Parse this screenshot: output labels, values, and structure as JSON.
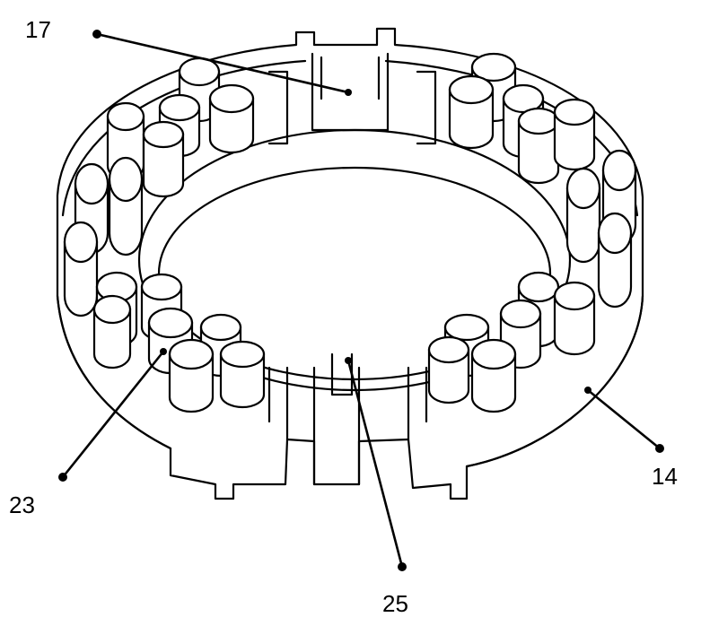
{
  "labels": {
    "label_17": "17",
    "label_23": "23",
    "label_14": "14",
    "label_25": "25"
  },
  "colors": {
    "stroke": "#000000",
    "background": "#ffffff"
  }
}
